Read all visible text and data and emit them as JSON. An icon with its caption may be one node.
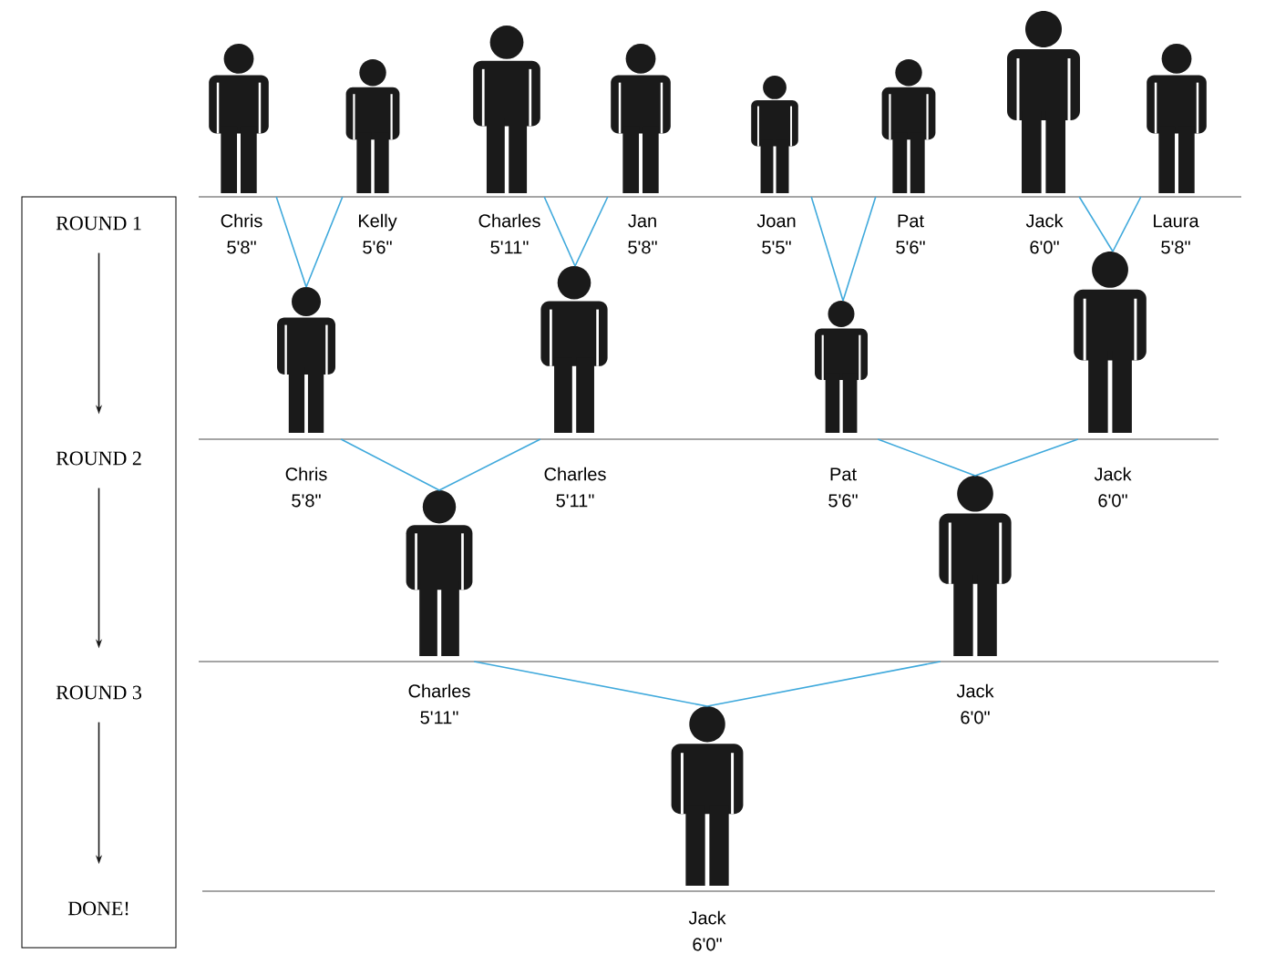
{
  "diagram": {
    "nodes": [
      {
        "text": [
          "Chris",
          "5'8\""
        ]
      },
      {
        "text": [
          "Kelly",
          "5'6\""
        ]
      },
      {
        "text": [
          "Charles",
          "5'11\""
        ]
      },
      {
        "text": [
          "Jan",
          "5'8\""
        ]
      },
      {
        "text": [
          "Joan",
          "5'5\""
        ]
      },
      {
        "text": [
          "Pat",
          "5'6\""
        ]
      },
      {
        "text": [
          "Jack",
          "6'0\""
        ]
      },
      {
        "text": [
          "Laura",
          "5'8\""
        ]
      },
      {
        "text": [
          "Chris",
          "5'8\""
        ]
      },
      {
        "text": [
          "Charles",
          "5'11\""
        ]
      },
      {
        "text": [
          "Pat",
          "5'6\""
        ]
      },
      {
        "text": [
          "Jack",
          "6'0\""
        ]
      },
      {
        "text": [
          "Charles",
          "5'11\""
        ]
      },
      {
        "text": [
          "Jack",
          "6'0\""
        ]
      },
      {
        "text": [
          "Jack",
          "6'0\""
        ]
      },
      {
        "text": [],
        "shape": "box"
      },
      {
        "text": [
          "ROUND 1"
        ],
        "in": 15
      },
      {
        "text": [
          "ROUND 2"
        ],
        "in": 15
      },
      {
        "text": [
          "ROUND 3"
        ],
        "in": 15
      },
      {
        "text": [
          "DONE!"
        ],
        "in": 15
      }
    ],
    "edges": [
      {
        "from": 0,
        "to": 8,
        "arrow": "none"
      },
      {
        "from": 1,
        "to": 8,
        "arrow": "none"
      },
      {
        "from": 2,
        "to": 9,
        "arrow": "none"
      },
      {
        "from": 3,
        "to": 9,
        "arrow": "none"
      },
      {
        "from": 4,
        "to": 10,
        "arrow": "none"
      },
      {
        "from": 5,
        "to": 10,
        "arrow": "none"
      },
      {
        "from": 6,
        "to": 11,
        "arrow": "none"
      },
      {
        "from": 7,
        "to": 11,
        "arrow": "none"
      },
      {
        "from": 8,
        "to": 12,
        "arrow": "none"
      },
      {
        "from": 9,
        "to": 12,
        "arrow": "none"
      },
      {
        "from": 10,
        "to": 13,
        "arrow": "none"
      },
      {
        "from": 11,
        "to": 13,
        "arrow": "none"
      },
      {
        "from": 12,
        "to": 14,
        "arrow": "none"
      },
      {
        "from": 13,
        "to": 14,
        "arrow": "none"
      },
      {
        "from": 16,
        "to": 17,
        "arrow": "to",
        "color": "#1a1a1a"
      },
      {
        "from": 17,
        "to": 18,
        "arrow": "to",
        "color": "#1a1a1a"
      },
      {
        "from": 18,
        "to": 19,
        "arrow": "to",
        "color": "#1a1a1a"
      }
    ]
  }
}
